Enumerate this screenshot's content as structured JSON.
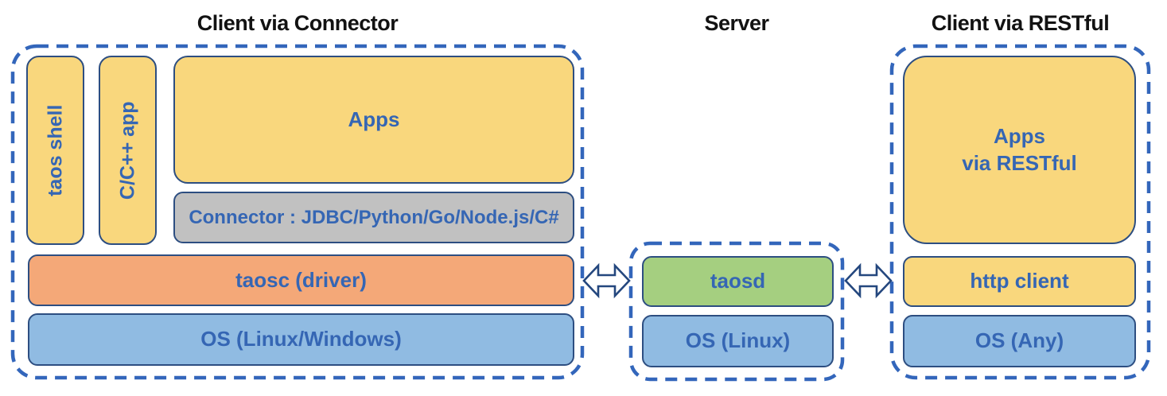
{
  "colors": {
    "dash": "#3366bb",
    "box_border": "#2d4e81",
    "yellow": "#f9d77d",
    "gray": "#c1c1c1",
    "orange": "#f4a878",
    "blue": "#90bbe2",
    "green": "#a5cf80",
    "label_blue": "#3566b4",
    "title_black": "#121212",
    "arrow_fill": "#ffffff",
    "arrow_stroke": "#24477e"
  },
  "sections": {
    "client_connector": {
      "title": "Client via Connector",
      "boxes": {
        "taos_shell": "taos shell",
        "cpp_app": "C/C++ app",
        "apps": "Apps",
        "connector": "Connector : JDBC/Python/Go/Node.js/C#",
        "taosc": "taosc (driver)",
        "os": "OS (Linux/Windows)"
      }
    },
    "server": {
      "title": "Server",
      "boxes": {
        "taosd": "taosd",
        "os": "OS (Linux)"
      }
    },
    "client_restful": {
      "title": "Client via RESTful",
      "boxes": {
        "apps_line1": "Apps",
        "apps_line2": "via RESTful",
        "http_client": "http client",
        "os": "OS (Any)"
      }
    }
  },
  "icons": {
    "left_link": "bidirectional-arrow",
    "right_link": "bidirectional-arrow"
  }
}
